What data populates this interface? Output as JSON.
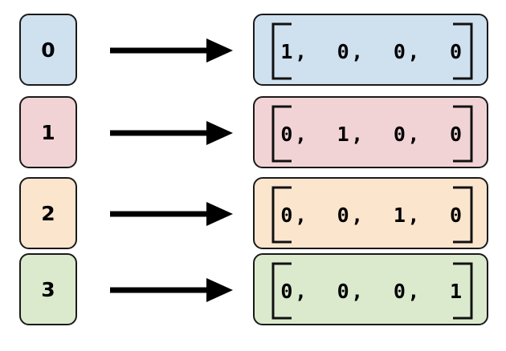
{
  "diagram": {
    "title": "one-hot-encoding-mapping",
    "type": "mapping-diagram",
    "arrow_color": "#000000",
    "border_color": "#1a1a1a",
    "background": "#ffffff",
    "rows": [
      {
        "index": "0",
        "scalar": "0",
        "vector": "1,  0,  0,  0",
        "vector_values": [
          1,
          0,
          0,
          0
        ],
        "fill": "#cfe0ef",
        "arrow": "arrow-right"
      },
      {
        "index": "1",
        "scalar": "1",
        "vector": "0,  1,  0,  0",
        "vector_values": [
          0,
          1,
          0,
          0
        ],
        "fill": "#f2d3d5",
        "arrow": "arrow-right"
      },
      {
        "index": "2",
        "scalar": "2",
        "vector": "0,  0,  1,  0",
        "vector_values": [
          0,
          0,
          1,
          0
        ],
        "fill": "#fbe5cd",
        "arrow": "arrow-right"
      },
      {
        "index": "3",
        "scalar": "3",
        "vector": "0,  0,  0,  1",
        "vector_values": [
          0,
          0,
          0,
          1
        ],
        "fill": "#dbeacd",
        "arrow": "arrow-right"
      }
    ]
  }
}
